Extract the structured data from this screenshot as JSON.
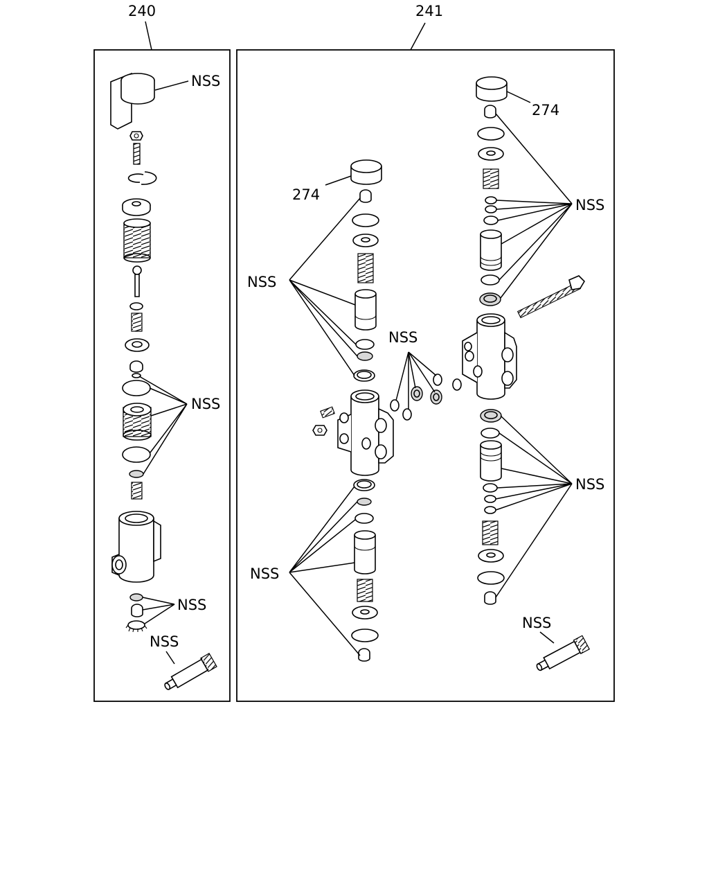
{
  "groups": [
    {
      "ref": "240"
    },
    {
      "ref": "241"
    }
  ],
  "labels": {
    "nss": "NSS",
    "part_274": "274"
  }
}
